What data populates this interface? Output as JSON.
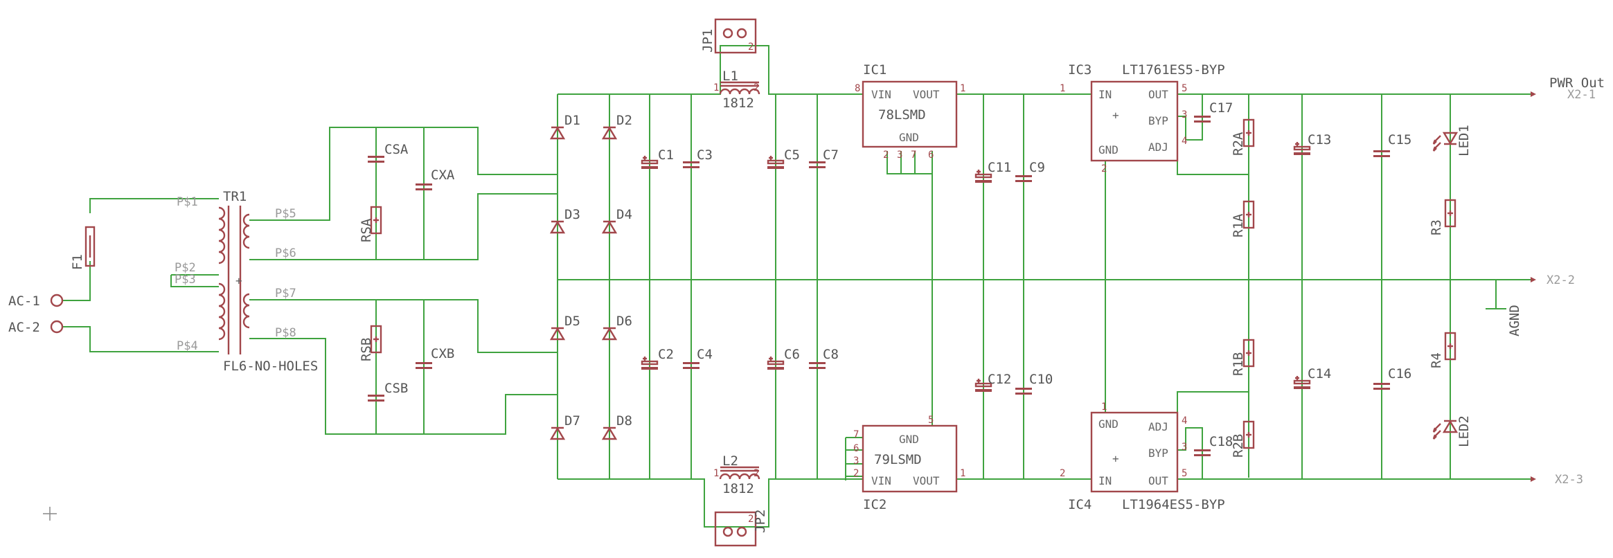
{
  "labels": {
    "pwr_out": "PWR Out",
    "x2_1": "X2-1",
    "x2_2": "X2-2",
    "x2_3": "X2-3",
    "agnd": "AGND",
    "ac1": "AC-1",
    "ac2": "AC-2",
    "f1": "F1",
    "tr1": "TR1",
    "tr_type": "FL6-NO-HOLES",
    "p1": "P$1",
    "p2": "P$2",
    "p3": "P$3",
    "p4": "P$4",
    "p5": "P$5",
    "p6": "P$6",
    "p7": "P$7",
    "p8": "P$8",
    "csa": "CSA",
    "cxa": "CXA",
    "rsa": "RSA",
    "rsb": "RSB",
    "csb": "CSB",
    "cxb": "CXB",
    "d1": "D1",
    "d2": "D2",
    "d3": "D3",
    "d4": "D4",
    "d5": "D5",
    "d6": "D6",
    "d7": "D7",
    "d8": "D8",
    "c1": "C1",
    "c2": "C2",
    "c3": "C3",
    "c4": "C4",
    "c5": "C5",
    "c6": "C6",
    "c7": "C7",
    "c8": "C8",
    "c9": "C9",
    "c10": "C10",
    "c11": "C11",
    "c12": "C12",
    "c13": "C13",
    "c14": "C14",
    "c15": "C15",
    "c16": "C16",
    "c17": "C17",
    "c18": "C18",
    "jp1": "JP1",
    "jp2": "JP2",
    "l1": "L1",
    "l2": "L2",
    "l_pkg": "1812",
    "ic1": "IC1",
    "ic2": "IC2",
    "ic3": "IC3",
    "ic4": "IC4",
    "ic1_type": "78LSMD",
    "ic2_type": "79LSMD",
    "ic3_type": "LT1761ES5-BYP",
    "ic4_type": "LT1964ES5-BYP",
    "vin": "VIN",
    "vout": "VOUT",
    "gnd": "GND",
    "in": "IN",
    "out": "OUT",
    "byp": "BYP",
    "adj": "ADJ",
    "r1a": "R1A",
    "r2a": "R2A",
    "r1b": "R1B",
    "r2b": "R2B",
    "r3": "R3",
    "r4": "R4",
    "led1": "LED1",
    "led2": "LED2"
  },
  "pins": {
    "n1": "1",
    "n2": "2",
    "n3": "3",
    "n4": "4",
    "n5": "5",
    "n6": "6",
    "n7": "7",
    "n8": "8"
  },
  "colors": {
    "wire": "#3fa33f",
    "part": "#a2474b",
    "text": "#555555"
  }
}
